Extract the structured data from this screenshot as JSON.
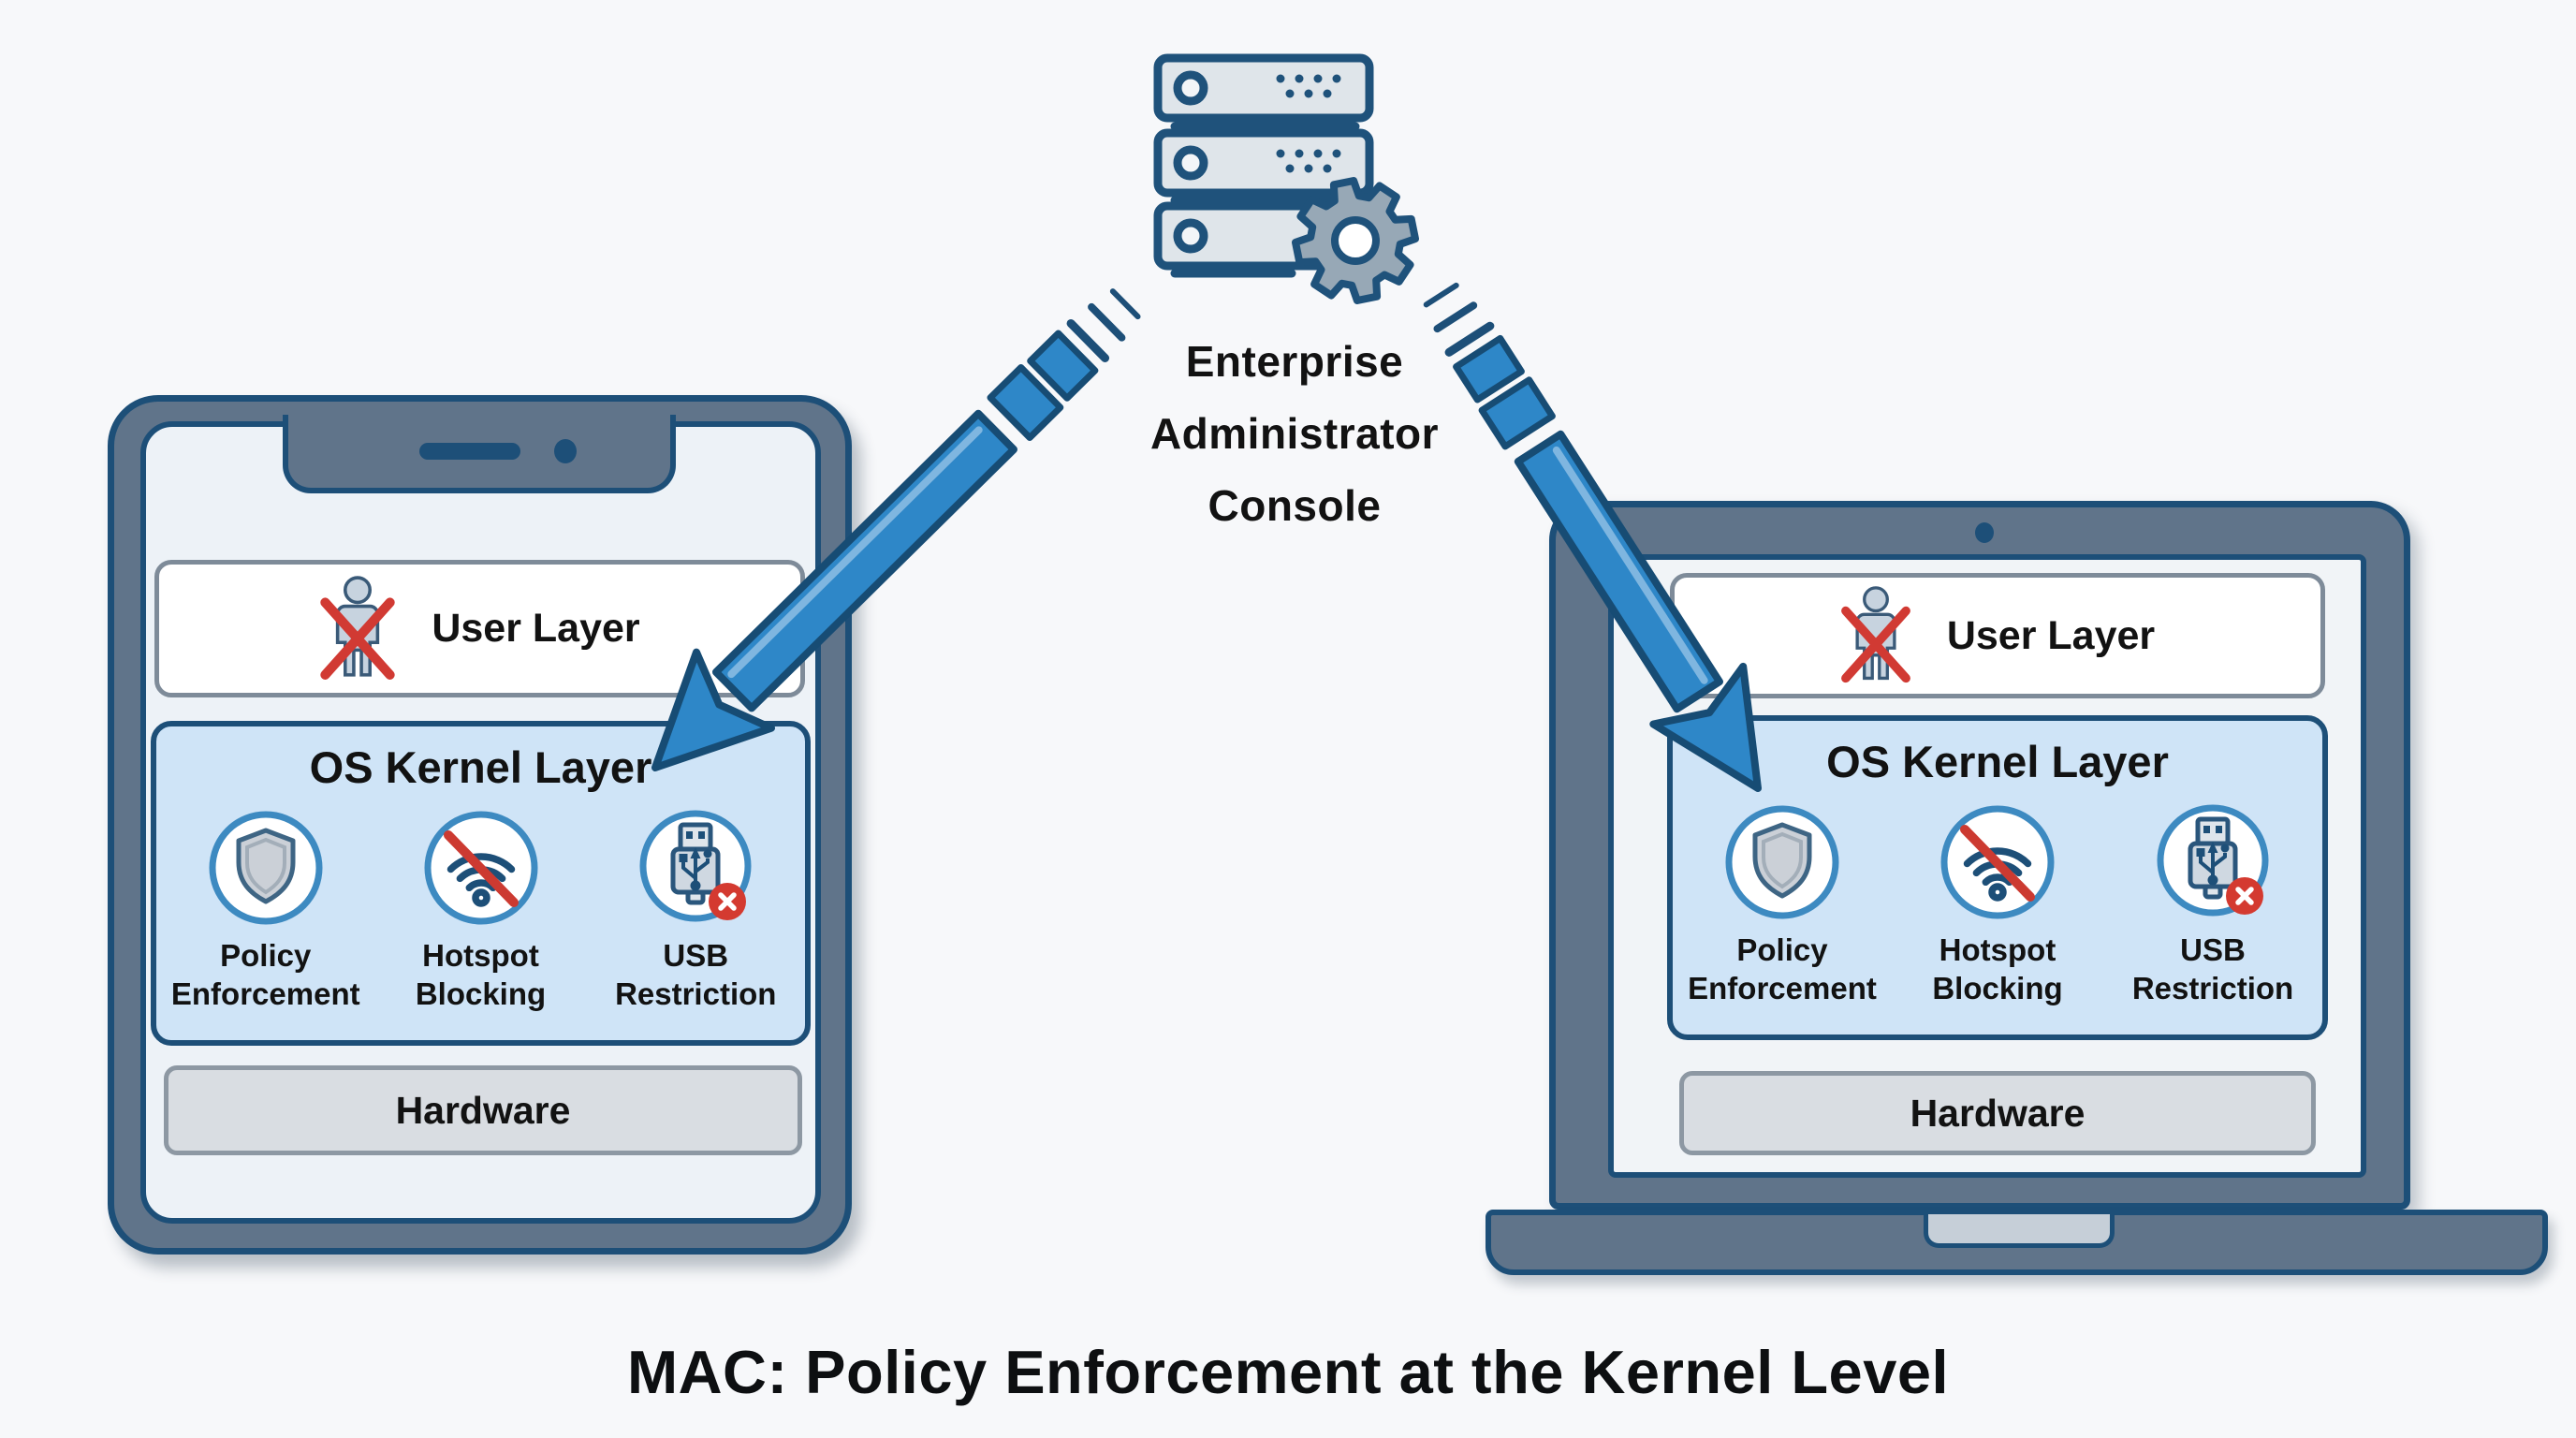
{
  "title": {
    "text": "MAC: Policy Enforcement at the Kernel Level"
  },
  "console": {
    "name": "Enterprise Administrator Console",
    "label_lines": [
      "Enterprise",
      "Administrator",
      "Console"
    ],
    "icon": "server-stack-with-gear-icon"
  },
  "devices": {
    "phone": {
      "type": "smartphone",
      "user_layer": {
        "label": "User Layer",
        "icon": "no-user-icon"
      },
      "kernel_layer": {
        "title": "OS Kernel Layer",
        "features": [
          {
            "icon": "shield-icon",
            "line1": "Policy",
            "line2": "Enforcement"
          },
          {
            "icon": "wifi-blocked-icon",
            "line1": "Hotspot",
            "line2": "Blocking"
          },
          {
            "icon": "usb-blocked-icon",
            "line1": "USB",
            "line2": "Restriction"
          }
        ]
      },
      "hardware_layer": {
        "label": "Hardware"
      }
    },
    "laptop": {
      "type": "laptop",
      "user_layer": {
        "label": "User Layer",
        "icon": "no-user-icon"
      },
      "kernel_layer": {
        "title": "OS Kernel Layer",
        "features": [
          {
            "icon": "shield-icon",
            "line1": "Policy",
            "line2": "Enforcement"
          },
          {
            "icon": "wifi-blocked-icon",
            "line1": "Hotspot",
            "line2": "Blocking"
          },
          {
            "icon": "usb-blocked-icon",
            "line1": "USB",
            "line2": "Restriction"
          }
        ]
      },
      "hardware_layer": {
        "label": "Hardware"
      }
    }
  },
  "colors": {
    "background": "#f7f8fa",
    "accent_blue": "#2e87c8",
    "outline_navy": "#1d4f78",
    "device_slate": "#60748a",
    "screen_light": "#edf2f7",
    "kernel_fill": "#cfe4f7",
    "hardware_fill": "#d9dde2",
    "alert_red": "#d13a33",
    "icon_ring_blue": "#3d8ac1",
    "text_black": "#121212"
  }
}
